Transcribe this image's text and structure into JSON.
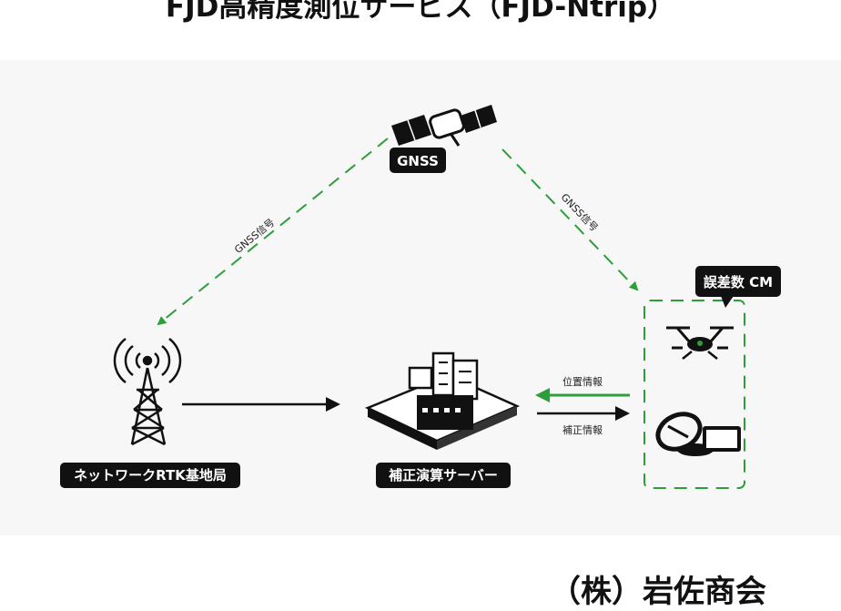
{
  "title": "FJD高精度測位サービス（FJD-Ntrip）",
  "company": "（株）岩佐商会",
  "nodes": {
    "gnss": "GNSS",
    "network_rtk": "ネットワークRTK基地局",
    "server": "補正演算サーバー",
    "error_badge": "誤差数 CM"
  },
  "edges": {
    "gnss_signal_left": "GNSS信号",
    "gnss_signal_right": "GNSS信号",
    "position_info": "位置情報",
    "correction_info": "補正情報"
  },
  "colors": {
    "accent_green": "#2e9e3a",
    "label_bg": "#111111"
  }
}
